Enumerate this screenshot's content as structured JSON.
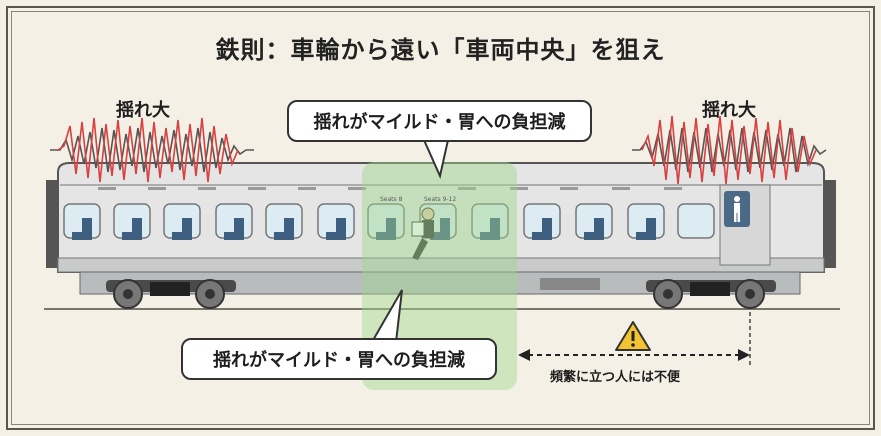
{
  "title": "鉄則：車輪から遠い「車両中央」を狙え",
  "labels": {
    "left_sway": "揺れ大",
    "right_sway": "揺れ大",
    "top_callout": "揺れがマイルド・胃への負担減",
    "bottom_callout": "揺れがマイルド・胃への負担減",
    "standing_note": "頻繁に立つ人には不便",
    "seat_tag_a": "Seats 8",
    "seat_tag_b": "Seats 9-12"
  },
  "icons": [
    "warning-icon",
    "restroom-icon",
    "double-arrow-icon"
  ],
  "colors": {
    "sway_wave": "#d94040",
    "sway_wave_dark": "#555555",
    "center_highlight": "#9fd88e",
    "seat": "#3f5f80",
    "warning": "#f2c230"
  }
}
